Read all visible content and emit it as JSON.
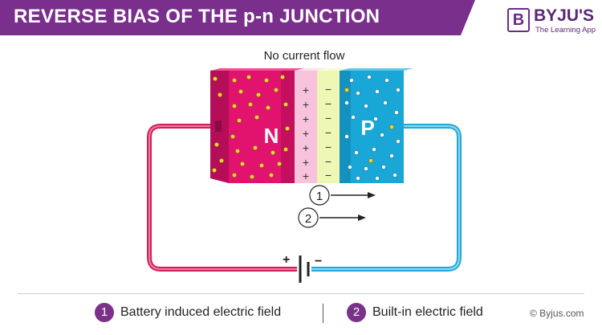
{
  "header": {
    "title": "REVERSE BIAS OF THE p-n JUNCTION",
    "banner_color": "#7a2f8c"
  },
  "logo": {
    "mark": "B",
    "name": "BYJU'S",
    "tagline": "The Learning App",
    "color": "#5a2777"
  },
  "diagram": {
    "caption": "No current flow",
    "regions": {
      "n_label": "N",
      "p_label": "P",
      "n_color": "#e2136e",
      "p_color": "#19a7d7",
      "positive_layer_color": "#f7c3dc",
      "negative_layer_color": "#eef7b4"
    },
    "depletion": {
      "positive_symbols": [
        "+",
        "+",
        "+",
        "+",
        "+",
        "+",
        "+"
      ],
      "negative_symbols": [
        "−",
        "−",
        "−",
        "−",
        "−",
        "−",
        "−"
      ]
    },
    "arrows": [
      {
        "number": "1"
      },
      {
        "number": "2"
      }
    ],
    "battery": {
      "positive_sign": "+",
      "negative_sign": "−"
    },
    "wire_colors": {
      "left": "#d11f5a",
      "right": "#1fa9d8"
    }
  },
  "legend": [
    {
      "number": "1",
      "label": "Battery induced electric field"
    },
    {
      "number": "2",
      "label": "Built-in electric field"
    }
  ],
  "copyright": "© Byjus.com"
}
